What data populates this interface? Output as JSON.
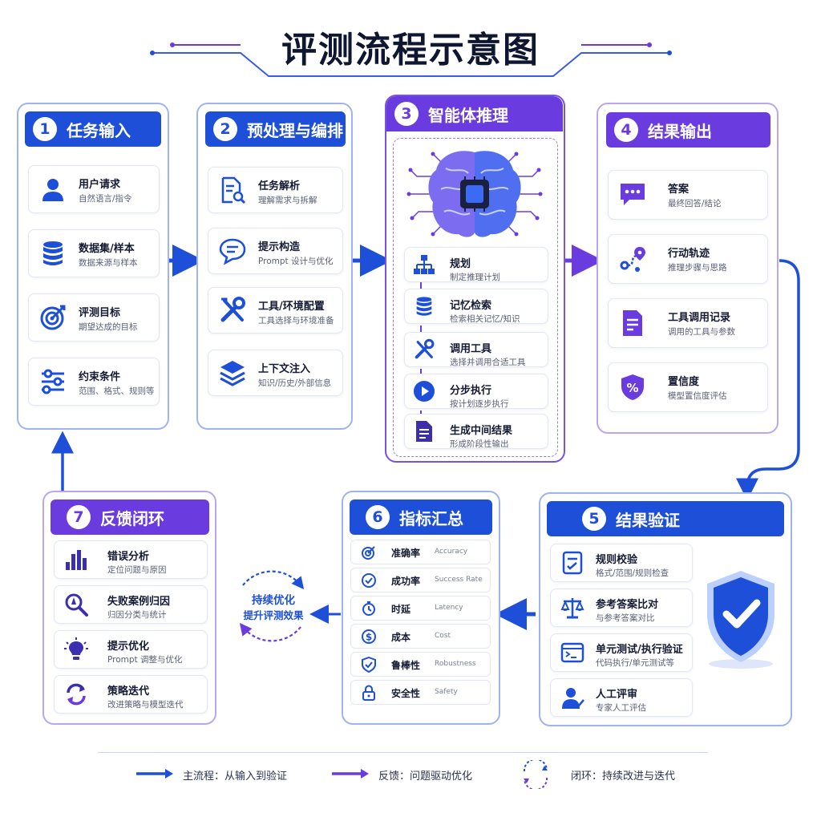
{
  "title": "评测流程示意图",
  "colors": {
    "blue": "#1d4fd8",
    "purple": "#6a3ce0",
    "border": "#9fb3f0"
  },
  "step1": {
    "num": "1",
    "title": "任务输入",
    "items": [
      {
        "icon": "user-icon",
        "title": "用户请求",
        "sub": "自然语言/指令"
      },
      {
        "icon": "database-icon",
        "title": "数据集/样本",
        "sub": "数据来源与样本"
      },
      {
        "icon": "target-icon",
        "title": "评测目标",
        "sub": "期望达成的目标"
      },
      {
        "icon": "sliders-icon",
        "title": "约束条件",
        "sub": "范围、格式、规则等"
      }
    ]
  },
  "step2": {
    "num": "2",
    "title": "预处理与编排",
    "items": [
      {
        "icon": "document-search-icon",
        "title": "任务解析",
        "sub": "理解需求与拆解"
      },
      {
        "icon": "chat-bubble-icon",
        "title": "提示构造",
        "sub": "Prompt 设计与优化"
      },
      {
        "icon": "tools-icon",
        "title": "工具/环境配置",
        "sub": "工具选择与环境准备"
      },
      {
        "icon": "layers-icon",
        "title": "上下文注入",
        "sub": "知识/历史/外部信息"
      }
    ]
  },
  "step3": {
    "num": "3",
    "title": "智能体推理",
    "items": [
      {
        "icon": "hierarchy-icon",
        "title": "规划",
        "sub": "制定推理计划"
      },
      {
        "icon": "database-icon",
        "title": "记忆检索",
        "sub": "检索相关记忆/知识"
      },
      {
        "icon": "tools-icon",
        "title": "调用工具",
        "sub": "选择并调用合适工具"
      },
      {
        "icon": "play-icon",
        "title": "分步执行",
        "sub": "按计划逐步执行"
      },
      {
        "icon": "document-icon",
        "title": "生成中间结果",
        "sub": "形成阶段性输出"
      }
    ]
  },
  "step4": {
    "num": "4",
    "title": "结果输出",
    "items": [
      {
        "icon": "message-icon",
        "title": "答案",
        "sub": "最终回答/结论"
      },
      {
        "icon": "route-icon",
        "title": "行动轨迹",
        "sub": "推理步骤与思路"
      },
      {
        "icon": "file-list-icon",
        "title": "工具调用记录",
        "sub": "调用的工具与参数"
      },
      {
        "icon": "percent-shield-icon",
        "title": "置信度",
        "sub": "模型置信度评估"
      }
    ]
  },
  "step5": {
    "num": "5",
    "title": "结果验证",
    "items": [
      {
        "icon": "checklist-icon",
        "title": "规则校验",
        "sub": "格式/范围/规则检查"
      },
      {
        "icon": "scale-icon",
        "title": "参考答案比对",
        "sub": "与参考答案对比"
      },
      {
        "icon": "terminal-icon",
        "title": "单元测试/执行验证",
        "sub": "代码执行/单元测试等"
      },
      {
        "icon": "reviewer-icon",
        "title": "人工评审",
        "sub": "专家人工评估"
      }
    ]
  },
  "step6": {
    "num": "6",
    "title": "指标汇总",
    "metrics": [
      {
        "icon": "target-icon",
        "zh": "准确率",
        "en": "Accuracy"
      },
      {
        "icon": "check-circle-icon",
        "zh": "成功率",
        "en": "Success Rate"
      },
      {
        "icon": "stopwatch-icon",
        "zh": "时延",
        "en": "Latency"
      },
      {
        "icon": "dollar-icon",
        "zh": "成本",
        "en": "Cost"
      },
      {
        "icon": "shield-check-icon",
        "zh": "鲁棒性",
        "en": "Robustness"
      },
      {
        "icon": "lock-icon",
        "zh": "安全性",
        "en": "Safety"
      }
    ]
  },
  "step7": {
    "num": "7",
    "title": "反馈闭环",
    "items": [
      {
        "icon": "bar-chart-icon",
        "title": "错误分析",
        "sub": "定位问题与原因"
      },
      {
        "icon": "magnifier-icon",
        "title": "失败案例归因",
        "sub": "归因分类与统计"
      },
      {
        "icon": "lightbulb-icon",
        "title": "提示优化",
        "sub": "Prompt 调整与优化"
      },
      {
        "icon": "refresh-icon",
        "title": "策略迭代",
        "sub": "改进策略与模型迭代"
      }
    ]
  },
  "loop": {
    "line1": "持续优化",
    "line2": "提升评测效果"
  },
  "legend": {
    "main": "主流程：从输入到验证",
    "feedback": "反馈：问题驱动优化",
    "closed_loop": "闭环：持续改进与迭代"
  }
}
